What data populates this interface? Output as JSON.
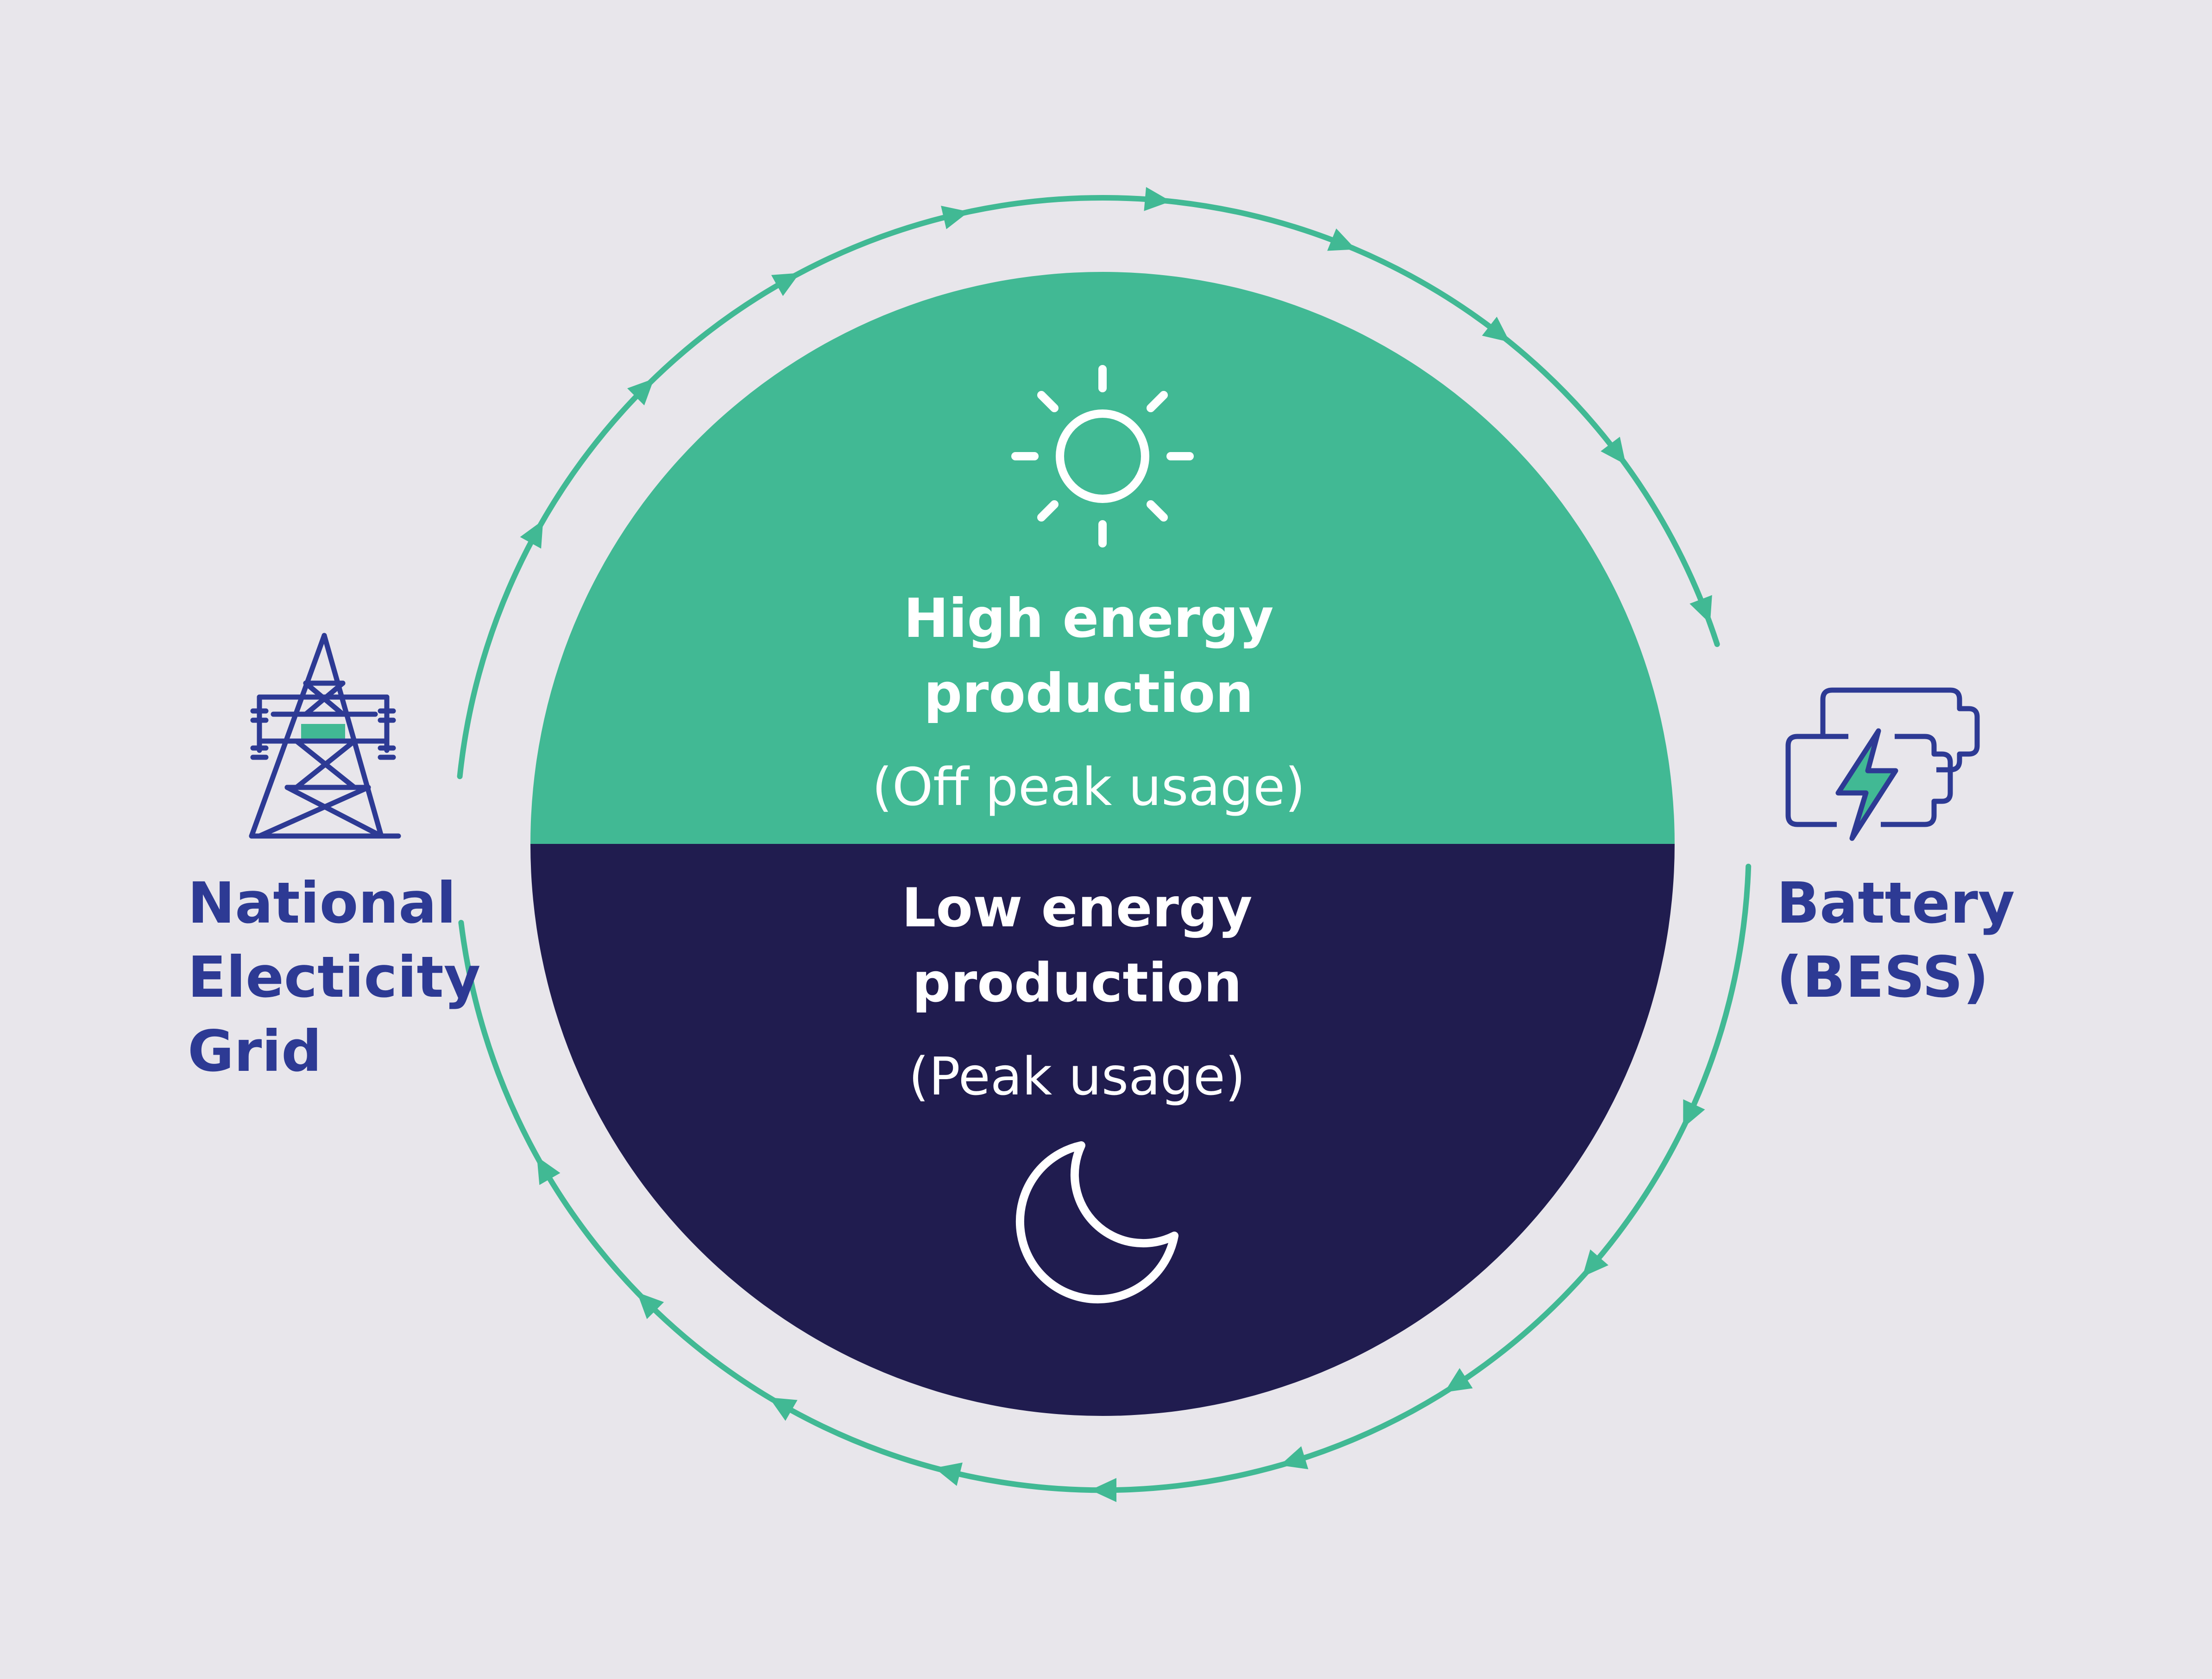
{
  "colors": {
    "background": "#e8e6eb",
    "green": "#41b994",
    "navy": "#201c4f",
    "label_blue": "#2d3a94",
    "white": "#ffffff"
  },
  "circle": {
    "top": {
      "icon": "sun-icon",
      "title_line1": "High energy",
      "title_line2": "production",
      "subtitle": "(Off peak usage)"
    },
    "bottom": {
      "icon": "moon-icon",
      "title_line1": "Low energy",
      "title_line2": "production",
      "subtitle": "(Peak usage)"
    }
  },
  "left_node": {
    "icon": "transmission-tower-icon",
    "label_line1": "National",
    "label_line2": "Electicity",
    "label_line3": "Grid"
  },
  "right_node": {
    "icon": "battery-charging-icon",
    "label_line1": "Battery",
    "label_line2": "(BESS)"
  },
  "flow": {
    "top_arc_direction": "left-to-right",
    "bottom_arc_direction": "right-to-left"
  }
}
